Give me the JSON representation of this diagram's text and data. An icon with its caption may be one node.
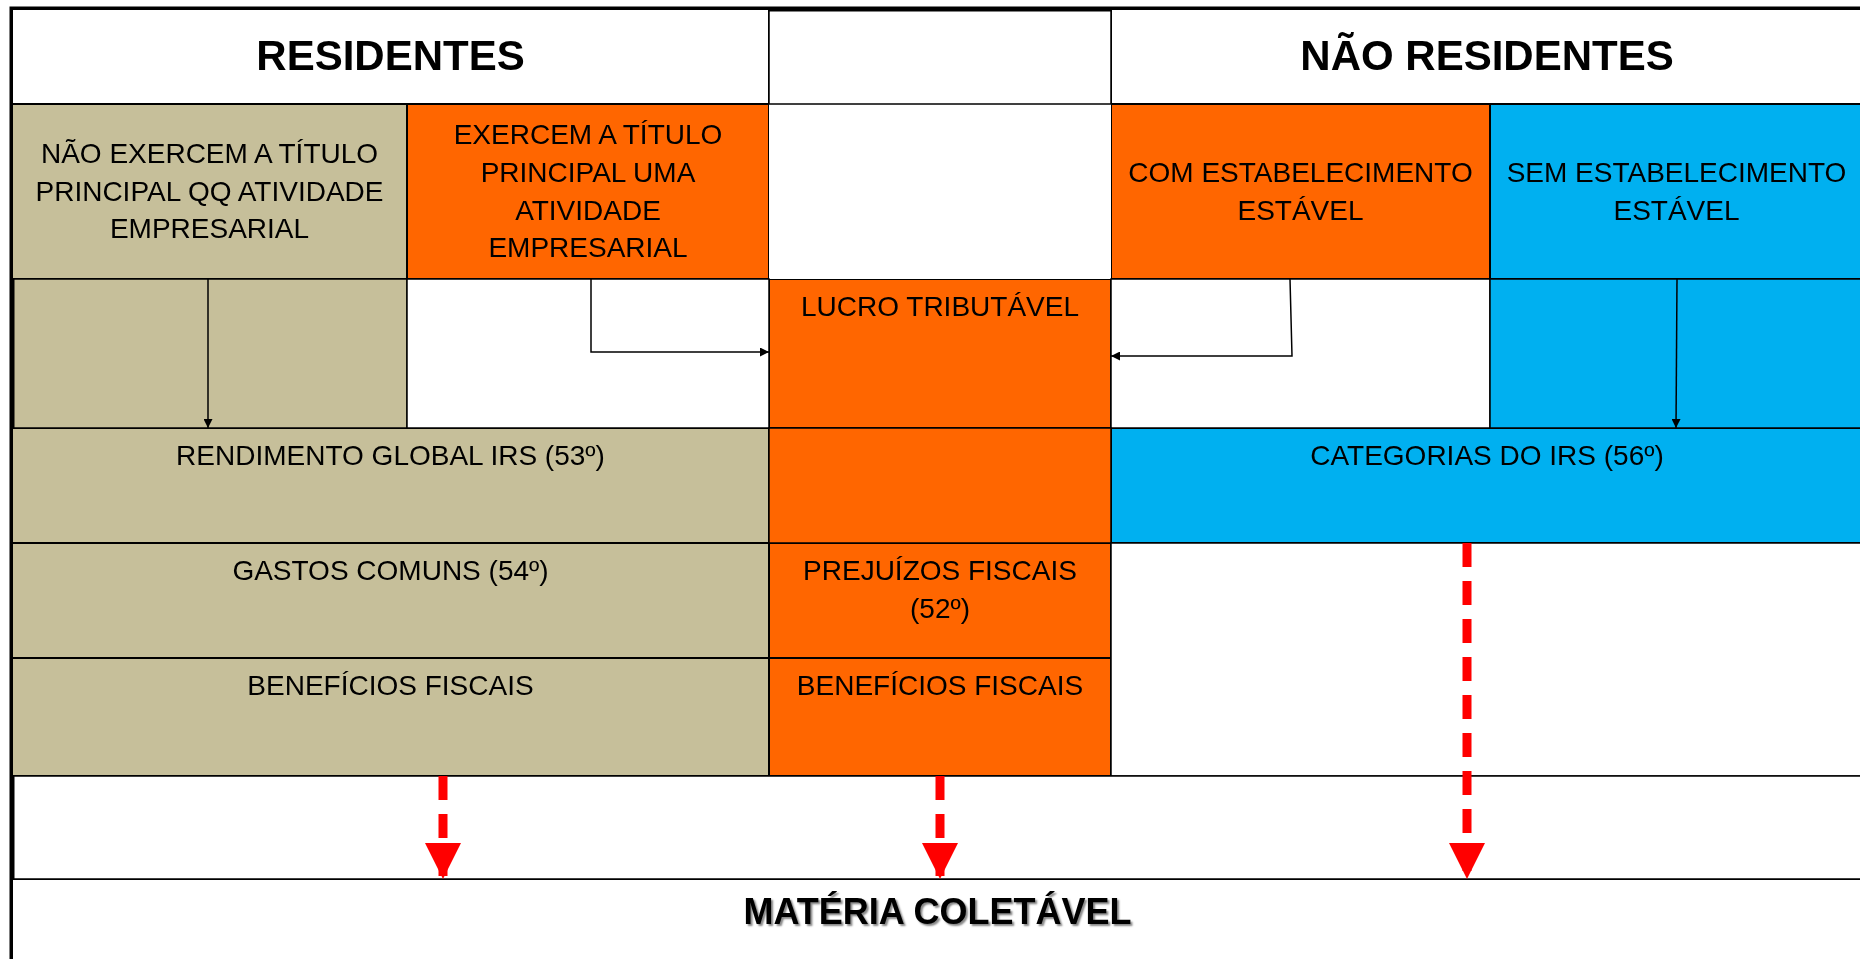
{
  "diagram": {
    "nodes": [
      {
        "text": [
          "RESIDENTES"
        ]
      },
      {
        "text": [
          "NÃO RESIDENTES"
        ]
      },
      {
        "text": [
          "NÃO EXERCEM A TÍTULO PRINCIPAL QQ ATIVIDADE EMPRESARIAL"
        ]
      },
      {
        "text": [
          "EXERCEM A TÍTULO PRINCIPAL UMA ATIVIDADE EMPRESARIAL"
        ]
      },
      {
        "text": [
          "COM ESTABELECIMENTO ESTÁVEL"
        ]
      },
      {
        "text": [
          "SEM ESTABELECIMENTO ESTÁVEL"
        ]
      },
      {
        "text": [
          "LUCRO TRIBUTÁVEL"
        ]
      },
      {
        "text": [
          "RENDIMENTO GLOBAL IRS (53º)"
        ]
      },
      {
        "text": [
          "CATEGORIAS DO IRS (56º)"
        ]
      },
      {
        "text": [
          "GASTOS COMUNS (54º)"
        ]
      },
      {
        "text": [
          "PREJUÍZOS FISCAIS (52º)"
        ]
      },
      {
        "text": [
          "BENEFÍCIOS FISCAIS"
        ]
      },
      {
        "text": [
          "BENEFÍCIOS FISCAIS"
        ]
      },
      {
        "text": [
          "MATÉRIA COLETÁVEL"
        ]
      }
    ],
    "edges": [
      {
        "from": 2,
        "to": 7,
        "arrow": "to"
      },
      {
        "from": 3,
        "to": 6,
        "arrow": "to"
      },
      {
        "from": 4,
        "to": 6,
        "arrow": "to"
      },
      {
        "from": 5,
        "to": 8,
        "arrow": "to"
      },
      {
        "from": 11,
        "to": 13,
        "arrow": "to",
        "style": "dashed",
        "color": "#ff0000"
      },
      {
        "from": 12,
        "to": 13,
        "arrow": "to",
        "style": "dashed",
        "color": "#ff0000"
      },
      {
        "from": 8,
        "to": 13,
        "arrow": "to",
        "style": "dashed",
        "color": "#ff0000"
      }
    ]
  }
}
